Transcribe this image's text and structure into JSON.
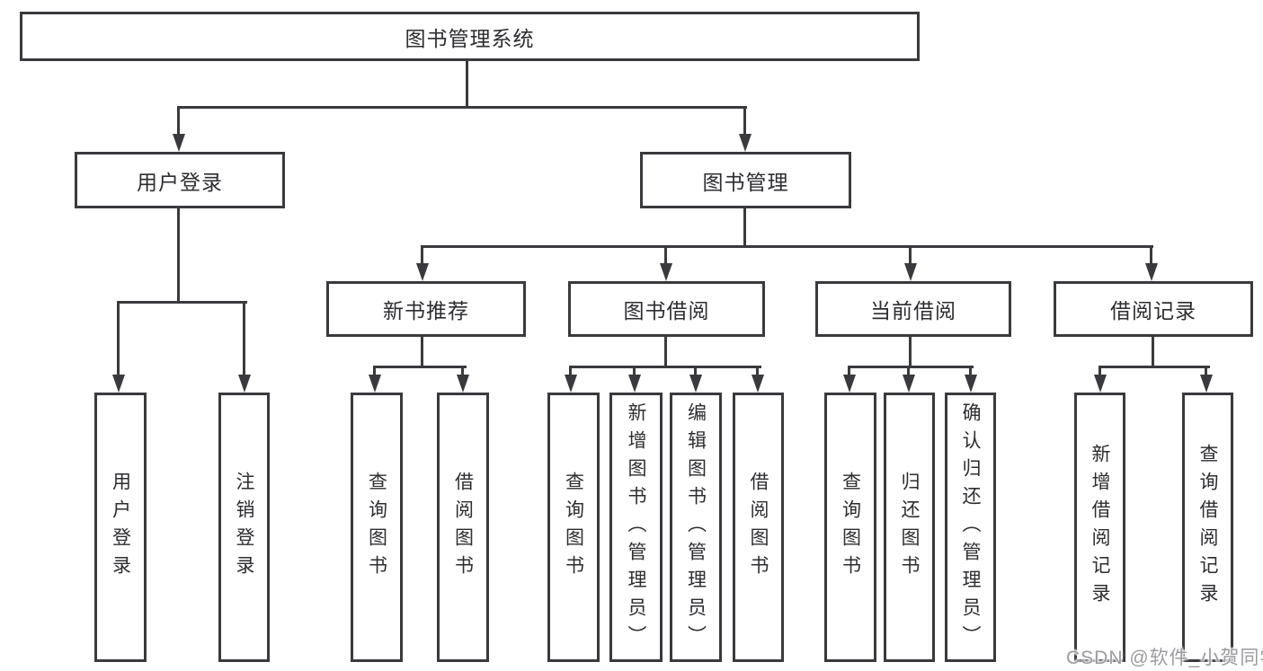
{
  "diagram": {
    "root": {
      "label": "图书管理系统"
    },
    "level2": [
      {
        "label": "用户登录"
      },
      {
        "label": "图书管理"
      }
    ],
    "level3": [
      {
        "label": "新书推荐"
      },
      {
        "label": "图书借阅"
      },
      {
        "label": "当前借阅"
      },
      {
        "label": "借阅记录"
      }
    ],
    "leaves": {
      "user_login": [
        {
          "label": "用户登录"
        },
        {
          "label": "注销登录"
        }
      ],
      "new_books": [
        {
          "label": "查询图书"
        },
        {
          "label": "借阅图书"
        }
      ],
      "book_borrow": [
        {
          "label": "查询图书"
        },
        {
          "label": "新增图书（管理员）"
        },
        {
          "label": "编辑图书（管理员）"
        },
        {
          "label": "借阅图书"
        }
      ],
      "current_borrow": [
        {
          "label": "查询图书"
        },
        {
          "label": "归还图书"
        },
        {
          "label": "确认归还（管理员）"
        }
      ],
      "borrow_records": [
        {
          "label": "新增借阅记录"
        },
        {
          "label": "查询借阅记录"
        }
      ]
    },
    "colors": {
      "line": "#3a3a3e",
      "text": "#2d2d31",
      "watermark_text": "#9b9b9f",
      "background": "#ffffff"
    }
  },
  "watermark": {
    "text": "CSDN @软件_小贺同学"
  }
}
